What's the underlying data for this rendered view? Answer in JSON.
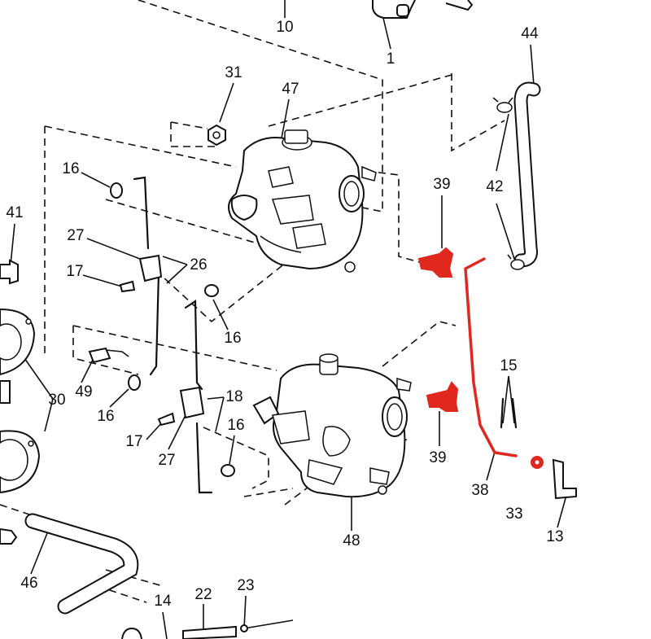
{
  "labels": {
    "l10": "10",
    "l1": "1",
    "l44": "44",
    "l31": "31",
    "l47": "47",
    "l16a": "16",
    "l39a": "39",
    "l42": "42",
    "l41": "41",
    "l27a": "27",
    "l26": "26",
    "l17a": "17",
    "l16b": "16",
    "l49": "49",
    "l30": "30",
    "l16c": "16",
    "l18": "18",
    "l15": "15",
    "l17b": "17",
    "l16d": "16",
    "l27b": "27",
    "l39b": "39",
    "l38": "38",
    "l33": "33",
    "l13": "13",
    "l48": "48",
    "l46": "46",
    "l14": "14",
    "l22": "22",
    "l23": "23"
  },
  "colors": {
    "highlight": "#e0281f",
    "ink": "#111111"
  }
}
